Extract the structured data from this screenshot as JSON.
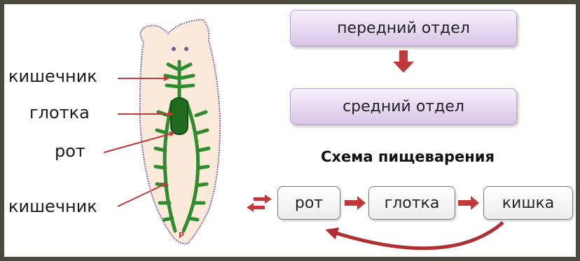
{
  "labels": {
    "intestine_top": "кишечник",
    "pharynx": "глотка",
    "mouth": "рот",
    "intestine_bottom": "кишечник",
    "mark": "P"
  },
  "sections": {
    "front": "передний отдел",
    "middle": "средний отдел"
  },
  "scheme": {
    "title": "Схема пищеварения",
    "steps": [
      "рот",
      "глотка",
      "кишка"
    ]
  },
  "colors": {
    "arrow": "#c0393b",
    "gut": "#2e8b2e",
    "body_fill": "#fbe9d9",
    "body_edge": "#7a6aa8"
  }
}
